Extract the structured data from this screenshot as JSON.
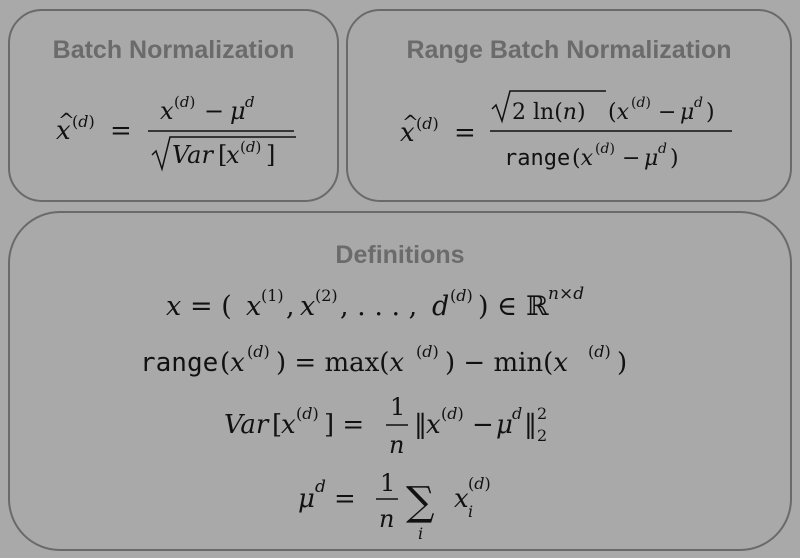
{
  "panels": {
    "batch_norm": {
      "title": "Batch Normalization"
    },
    "range_batch_norm": {
      "title": "Range Batch Normalization"
    },
    "definitions": {
      "title": "Definitions"
    }
  },
  "colors": {
    "background": "#a9a9a9",
    "panel_border": "#6a6a6a",
    "title_text": "#6b6b6b",
    "math_text": "#111111"
  }
}
